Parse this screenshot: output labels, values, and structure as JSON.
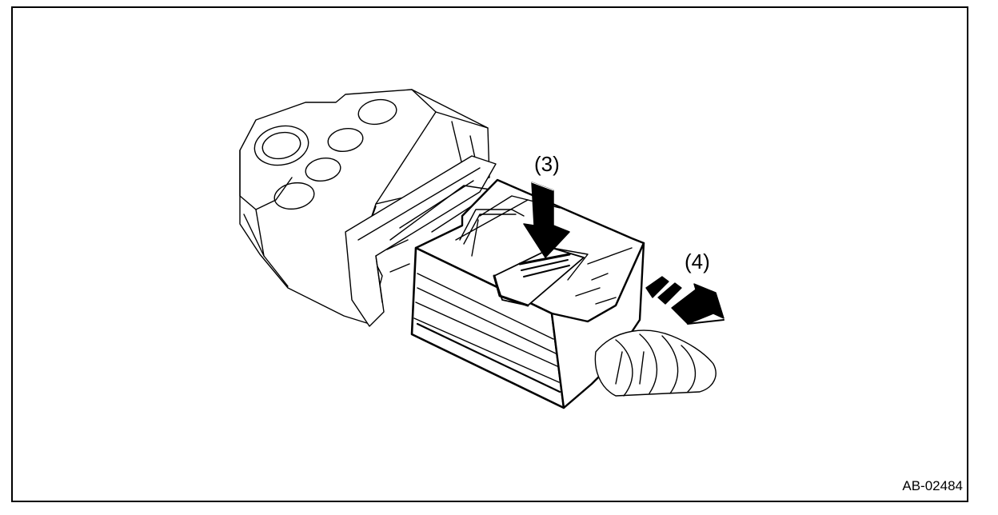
{
  "diagram": {
    "callouts": [
      {
        "id": "press-tab",
        "label": "(3)"
      },
      {
        "id": "pull-direction",
        "label": "(4)"
      }
    ],
    "figure_code": "AB-02484"
  },
  "colors": {
    "line": "#000000",
    "background": "#ffffff"
  }
}
